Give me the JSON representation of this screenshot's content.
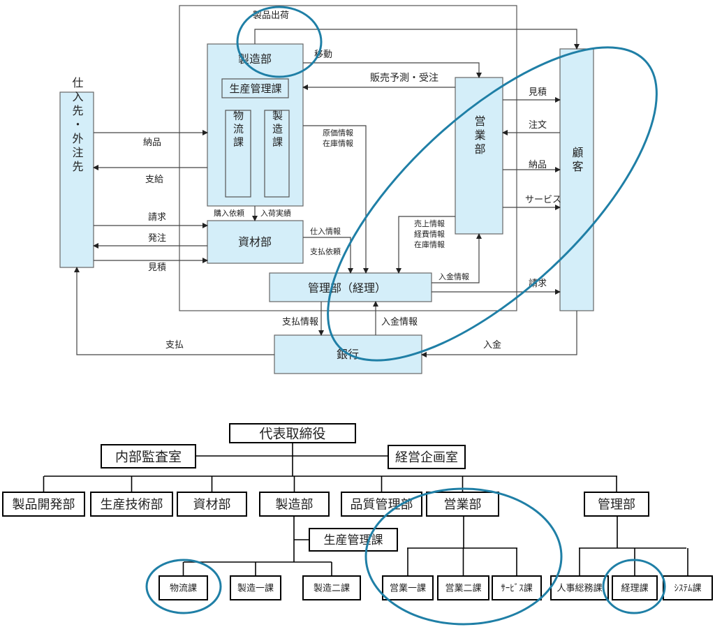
{
  "flow": {
    "boxes": {
      "seizo": "製造部",
      "seisan": "生産管理課",
      "butsuryu": "物流課",
      "seizoka": "製造課",
      "shizai": "資材部",
      "kanri": "管理部（経理）",
      "ginko": "銀行",
      "shiire": "仕入先・外注先",
      "eigyo": "営業部",
      "kokyaku": "顧客"
    },
    "labels": {
      "shukka": "製品出荷",
      "ido": "移動",
      "hanbai": "販売予測・受注",
      "genka1": "原価情報",
      "genka2": "在庫情報",
      "nohin_l": "納品",
      "shikyu": "支給",
      "seikyu_l": "請求",
      "hacchu": "発注",
      "mitsumori_l": "見積",
      "konyu": "購入依頼",
      "nyuka": "入荷実績",
      "shiire_jo": "仕入情報",
      "shiharai_irai": "支払依頼",
      "uriage1": "売上情報",
      "uriage2": "経費情報",
      "uriage3": "在庫情報",
      "nyukin_jo_r": "入金情報",
      "seikyu_r": "請求",
      "mitsumori_r": "見積",
      "chumon": "注文",
      "nohin_r": "納品",
      "service": "サービス",
      "shiharai_jo": "支払情報",
      "nyukin_jo_b": "入金情報",
      "nyukin": "入金",
      "shiharai": "支払"
    }
  },
  "org": {
    "ceo": "代表取締役",
    "audit": "内部監査室",
    "planning": "経営企画室",
    "departments": [
      "製品開発部",
      "生産技術部",
      "資材部",
      "製造部",
      "品質管理部",
      "営業部",
      "管理部"
    ],
    "seisan_kanri": "生産管理課",
    "seizo_sections": [
      "物流課",
      "製造一課",
      "製造二課"
    ],
    "eigyo_sections": [
      "営業一課",
      "営業二課",
      "ｻｰﾋﾞｽ課"
    ],
    "kanri_sections": [
      "人事総務課",
      "経理課",
      "ｼｽﾃﾑ課"
    ]
  },
  "colors": {
    "box_fill": "#d4eef9",
    "highlight": "#1f7fa6"
  }
}
